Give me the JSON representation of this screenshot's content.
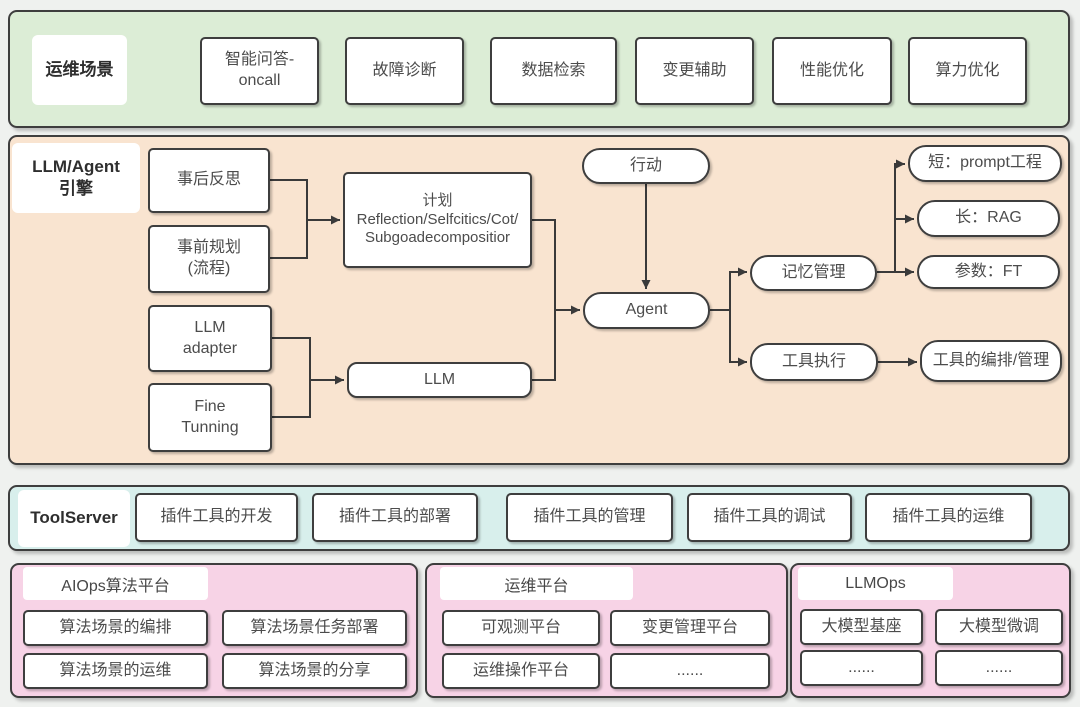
{
  "palette": {
    "green": "#dcedd6",
    "orange": "#f9e4d0",
    "cyan": "#d8efec",
    "pink": "#f7d3e6",
    "line": "#3a3a3a",
    "page_bg": "#eff1ef"
  },
  "ops_scenarios": {
    "label": "运维场景",
    "items": [
      "智能问答-oncall",
      "故障诊断",
      "数据检索",
      "变更辅助",
      "性能优化",
      "算力优化"
    ]
  },
  "engine": {
    "label": "LLM/Agent\n引擎",
    "nodes": {
      "reflect": "事后反思",
      "preplan": "事前规划\n(流程)",
      "adapter": "LLM\nadapter",
      "finetune": "Fine\nTunning",
      "plan": "计划\nReflection/Selfcitics/Cot/Subgoadecompositior",
      "llm": "LLM",
      "action": "行动",
      "agent": "Agent",
      "memory": "记忆管理",
      "tool_exec": "工具执行",
      "short_term": "短：prompt工程",
      "long_term": "长：RAG",
      "param": "参数：FT",
      "tool_mgmt": "工具的编排/管理"
    }
  },
  "toolserver": {
    "label": "ToolServer",
    "items": [
      "插件工具的开发",
      "插件工具的部署",
      "插件工具的管理",
      "插件工具的调试",
      "插件工具的运维"
    ]
  },
  "platforms": [
    {
      "label": "AIOps算法平台",
      "items": [
        "算法场景的编排",
        "算法场景任务部署",
        "算法场景的运维",
        "算法场景的分享"
      ]
    },
    {
      "label": "运维平台",
      "items": [
        "可观测平台",
        "变更管理平台",
        "运维操作平台",
        "......"
      ]
    },
    {
      "label": "LLMOps",
      "items": [
        "大模型基座",
        "大模型微调",
        "......",
        "......"
      ]
    }
  ]
}
